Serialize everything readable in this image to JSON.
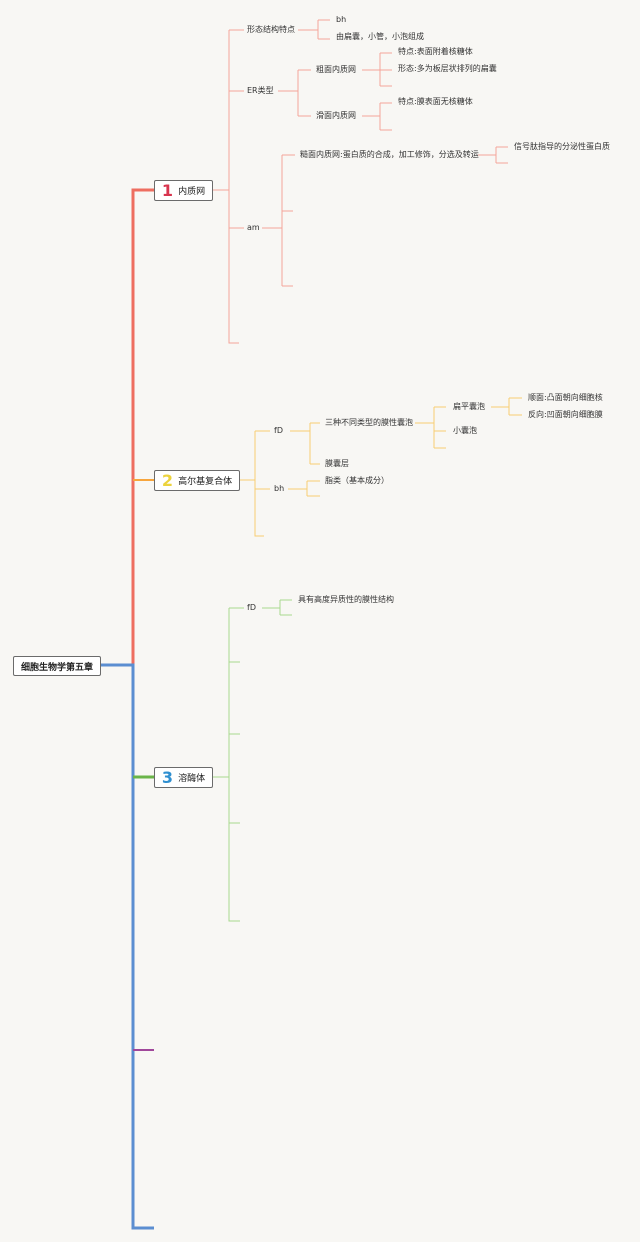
{
  "root": {
    "label": "细胞生物学第五章"
  },
  "colors": {
    "er": "#ee6e60",
    "er_light": "#f5a49a",
    "golgi": "#f7a53c",
    "golgi_light": "#f8cd72",
    "lyso": "#6ab549",
    "lyso_light": "#a8d98e",
    "spine": "#5b8ed1",
    "extra": "#a0479a",
    "num1": "#d8344e",
    "num2": "#ecd33d",
    "num3": "#2f8fd0"
  },
  "branches": [
    {
      "num": "1",
      "label": "内质网",
      "items": {
        "morph": "形态结构特点",
        "bh": "bh",
        "bh_desc": "由扁囊，小管，小泡组成",
        "er_type": "ER类型",
        "rough": "粗面内质网",
        "rough_feat": "特点:表面附着核糖体",
        "rough_form": "形态:多为板层状排列的扁囊",
        "smooth": "滑面内质网",
        "smooth_feat": "特点:膜表面无核糖体",
        "am": "am",
        "am_func": "糙面内质网:蛋白质的合成，加工修饰，分选及转运",
        "signal": "信号肽指导的分泌性蛋白质"
      }
    },
    {
      "num": "2",
      "label": "高尔基复合体",
      "items": {
        "fd": "fD",
        "three": "三种不同类型的膜性囊泡",
        "flat": "扁平囊泡",
        "cis": "顺面:凸面朝向细胞核",
        "trans": "反向:凹面朝向细胞膜",
        "small": "小囊泡",
        "layer": "膜囊层",
        "bh": "bh",
        "lipid": "脂类（基本成分）"
      }
    },
    {
      "num": "3",
      "label": "溶酶体",
      "items": {
        "fd": "fD",
        "hetero": "具有高度异质性的膜性结构"
      }
    }
  ]
}
